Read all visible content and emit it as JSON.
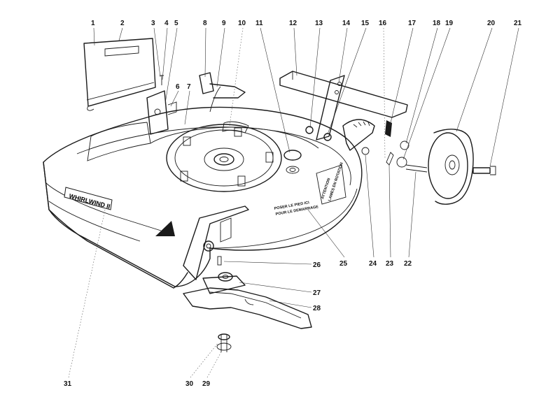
{
  "decals": {
    "brand": "WHIRLWIND II",
    "warning_line1": "POSER LE PIED ICI",
    "warning_line2": "POUR LE DEMARRAGE",
    "side_line1": "ATTENTION",
    "side_line2": "LAMES EN ROTATION"
  },
  "callouts": [
    {
      "id": "1",
      "label": "1"
    },
    {
      "id": "2",
      "label": "2"
    },
    {
      "id": "3",
      "label": "3"
    },
    {
      "id": "4",
      "label": "4"
    },
    {
      "id": "5",
      "label": "5"
    },
    {
      "id": "6",
      "label": "6"
    },
    {
      "id": "7",
      "label": "7"
    },
    {
      "id": "8",
      "label": "8"
    },
    {
      "id": "9",
      "label": "9"
    },
    {
      "id": "10",
      "label": "10"
    },
    {
      "id": "11",
      "label": "11"
    },
    {
      "id": "12",
      "label": "12"
    },
    {
      "id": "13",
      "label": "13"
    },
    {
      "id": "14",
      "label": "14"
    },
    {
      "id": "15",
      "label": "15"
    },
    {
      "id": "16",
      "label": "16"
    },
    {
      "id": "17",
      "label": "17"
    },
    {
      "id": "18",
      "label": "18"
    },
    {
      "id": "19",
      "label": "19"
    },
    {
      "id": "20",
      "label": "20"
    },
    {
      "id": "21",
      "label": "21"
    },
    {
      "id": "22",
      "label": "22"
    },
    {
      "id": "23",
      "label": "23"
    },
    {
      "id": "24",
      "label": "24"
    },
    {
      "id": "25",
      "label": "25"
    },
    {
      "id": "26",
      "label": "26"
    },
    {
      "id": "27",
      "label": "27"
    },
    {
      "id": "28",
      "label": "28"
    },
    {
      "id": "29",
      "label": "29"
    },
    {
      "id": "30",
      "label": "30"
    },
    {
      "id": "31",
      "label": "31"
    }
  ]
}
